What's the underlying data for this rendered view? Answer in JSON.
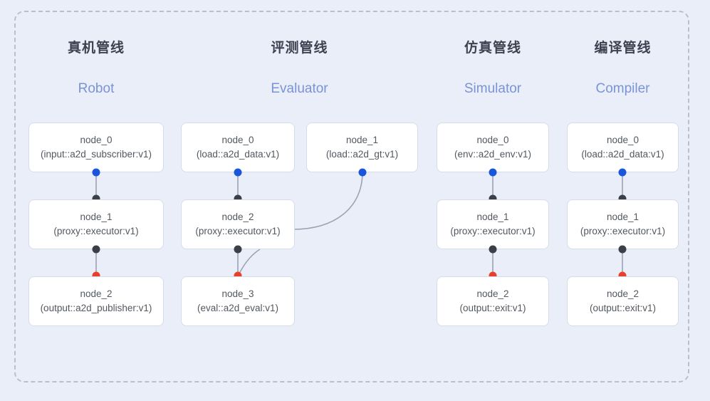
{
  "diagram": {
    "title": "pipeline-graph",
    "background_color": "#eaeef8",
    "frame_border_color": "#b9bfcc",
    "node_border_color": "#d6dce9",
    "subtitle_color": "#7a93d4",
    "dot_colors": {
      "input": "#1a56db",
      "link": "#3b3f46",
      "output": "#e8412b"
    }
  },
  "columns": [
    {
      "key": "robot",
      "title_cn": "真机管线",
      "title_en": "Robot",
      "nodes": [
        {
          "name": "node_0",
          "type": "(input::a2d_subscriber:v1)"
        },
        {
          "name": "node_1",
          "type": "(proxy::executor:v1)"
        },
        {
          "name": "node_2",
          "type": "(output::a2d_publisher:v1)"
        }
      ]
    },
    {
      "key": "evaluator",
      "title_cn": "评测管线",
      "title_en": "Evaluator",
      "nodes": [
        {
          "name": "node_0",
          "type": "(load::a2d_data:v1)"
        },
        {
          "name": "node_1",
          "type": "(load::a2d_gt:v1)"
        },
        {
          "name": "node_2",
          "type": "(proxy::executor:v1)"
        },
        {
          "name": "node_3",
          "type": "(eval::a2d_eval:v1)"
        }
      ]
    },
    {
      "key": "simulator",
      "title_cn": "仿真管线",
      "title_en": "Simulator",
      "nodes": [
        {
          "name": "node_0",
          "type": "(env::a2d_env:v1)"
        },
        {
          "name": "node_1",
          "type": "(proxy::executor:v1)"
        },
        {
          "name": "node_2",
          "type": "(output::exit:v1)"
        }
      ]
    },
    {
      "key": "compiler",
      "title_cn": "编译管线",
      "title_en": "Compiler",
      "nodes": [
        {
          "name": "node_0",
          "type": "(load::a2d_data:v1)"
        },
        {
          "name": "node_1",
          "type": "(proxy::executor:v1)"
        },
        {
          "name": "node_2",
          "type": "(output::exit:v1)"
        }
      ]
    }
  ]
}
